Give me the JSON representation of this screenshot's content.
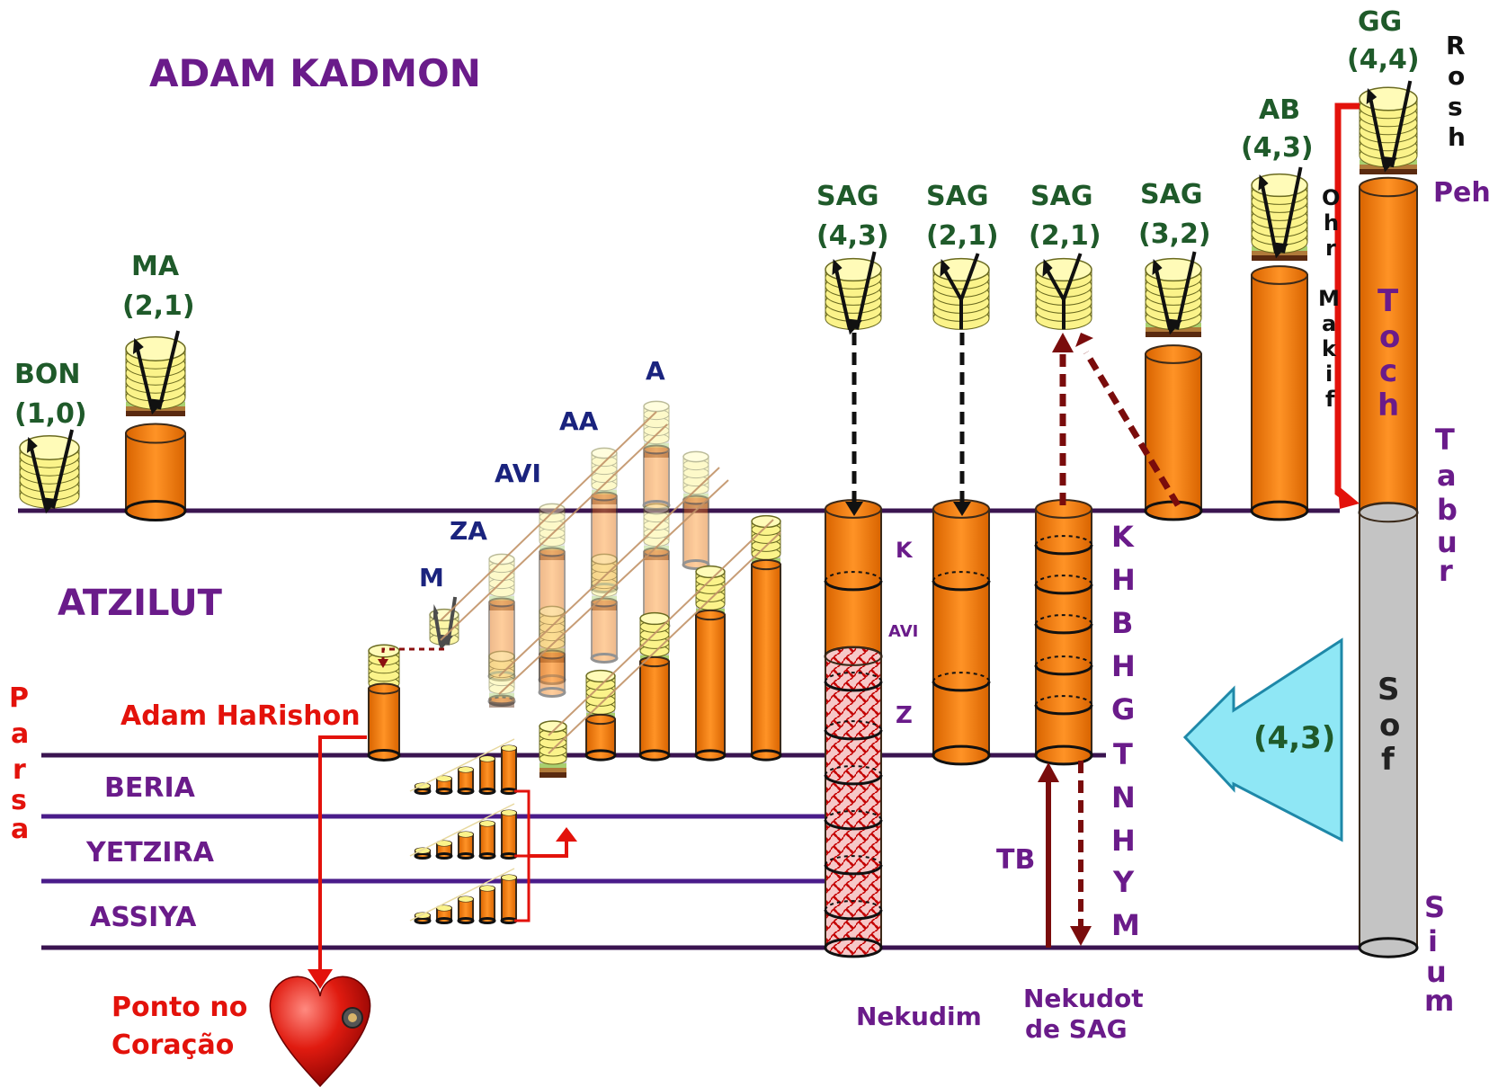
{
  "colors": {
    "purple": "#6a1b8a",
    "green": "#1f5a2a",
    "navy": "#1a237e",
    "red": "#e3120b",
    "line": "#3a1450",
    "orange": "#f07d16",
    "yellow": "#fbf38a",
    "gray": "#c4c4c4",
    "cyan": "#8fe7f5",
    "maroon": "#7a0c0c"
  },
  "titles": {
    "adam_kadmon": "ADAM KADMON",
    "atzilut": "ATZILUT"
  },
  "worlds": {
    "beria": "BERIA",
    "yetzira": "YETZIRA",
    "assiya": "ASSIYA"
  },
  "adam": {
    "name": "Adam HaRishon",
    "point1": "Ponto no",
    "point2": "Coração"
  },
  "parsa": [
    "P",
    "a",
    "r",
    "s",
    "a"
  ],
  "partzufim": {
    "bon": {
      "name": "BON",
      "coords": "(1,0)"
    },
    "ma": {
      "name": "MA",
      "coords": "(2,1)"
    },
    "sag43": {
      "name": "SAG",
      "coords": "(4,3)"
    },
    "sag21a": {
      "name": "SAG",
      "coords": "(2,1)"
    },
    "sag21b": {
      "name": "SAG",
      "coords": "(2,1)"
    },
    "sag32": {
      "name": "SAG",
      "coords": "(3,2)"
    },
    "ab": {
      "name": "AB",
      "coords": "(4,3)"
    },
    "gg": {
      "name": "GG",
      "coords": "(4,4)"
    }
  },
  "atzilut_partzufim": [
    "A",
    "AA",
    "AVI",
    "ZA",
    "M"
  ],
  "nekudim": {
    "k": "K",
    "avi": "AVI",
    "z": "Z",
    "label": "Nekudim"
  },
  "sefirot": [
    "K",
    "H",
    "B",
    "H",
    "G",
    "T",
    "N",
    "H",
    "Y",
    "M"
  ],
  "tb": "TB",
  "nekudot1": "Nekudot",
  "nekudot2": "de SAG",
  "gg_parts": {
    "rosh": [
      "R",
      "o",
      "s",
      "h"
    ],
    "peh": "Peh",
    "toch": [
      "T",
      "o",
      "c",
      "h"
    ],
    "tabur": [
      "T",
      "a",
      "b",
      "u",
      "r"
    ],
    "sof": [
      "S",
      "o",
      "f"
    ],
    "sium": [
      "S",
      "i",
      "u",
      "m"
    ]
  },
  "ohr_makif": [
    "O",
    "h",
    "r",
    "",
    "M",
    "a",
    "k",
    "i",
    "f"
  ],
  "arrow_coords": "(4,3)"
}
